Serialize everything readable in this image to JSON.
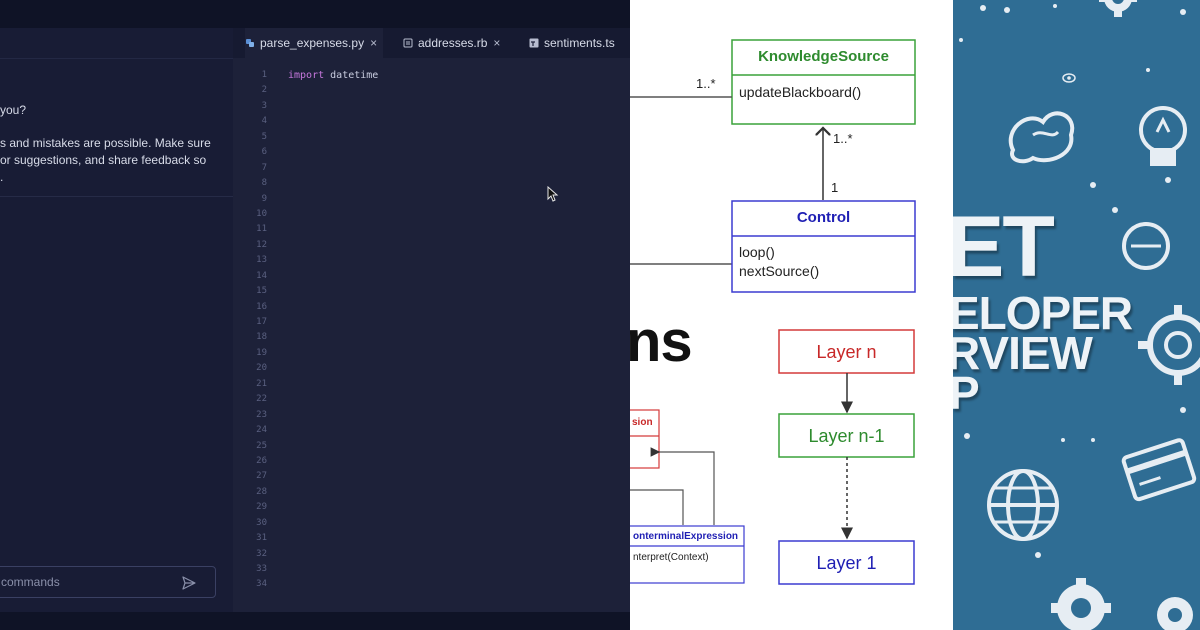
{
  "editor": {
    "chat": {
      "question_fragment": "you?",
      "message": "s and mistakes are possible. Make sure\nor suggestions, and share feedback so\n.",
      "command_placeholder": "commands"
    },
    "tabs": [
      {
        "label": "parse_expenses.py",
        "icon": "python-file-icon",
        "active": true,
        "close": "×"
      },
      {
        "label": "addresses.rb",
        "icon": "ruby-file-icon",
        "active": false,
        "close": "×"
      },
      {
        "label": "sentiments.ts",
        "icon": "typescript-file-icon",
        "active": false
      }
    ],
    "code": {
      "keyword": "import",
      "module": "datetime"
    },
    "line_numbers": [
      "1",
      "2",
      "3",
      "4",
      "5",
      "6",
      "7",
      "8",
      "9",
      "10",
      "11",
      "12",
      "13",
      "14",
      "15",
      "16",
      "17",
      "18",
      "19",
      "20",
      "21",
      "22",
      "23",
      "24",
      "25",
      "26",
      "27",
      "28",
      "29",
      "30",
      "31",
      "32",
      "33",
      "34"
    ],
    "colors": {
      "keyword": "#c678dd",
      "background": "#1d2139"
    }
  },
  "uml": {
    "knowledge_source": {
      "name": "KnowledgeSource",
      "method": "updateBlackboard()"
    },
    "control": {
      "name": "Control",
      "methods": [
        "loop()",
        "nextSource()"
      ]
    },
    "multiplicity_left": "1..*",
    "multiplicity_top": "1..*",
    "multiplicity_bottom": "1",
    "heading_fragment": "ns",
    "layers": [
      "Layer n",
      "Layer n-1",
      "Layer 1"
    ],
    "interpreter": {
      "fragment_label": "sion",
      "nonterminal_name": "onterminalExpression",
      "nonterminal_method": "nterpret(Context)"
    },
    "colors": {
      "green": "#2e8b2e",
      "blue": "#1f1fb4",
      "red": "#c82828"
    }
  },
  "dotnet": {
    "title_lines": [
      "ET",
      "ELOPER",
      "RVIEW",
      "P"
    ],
    "icons": [
      "gear-icon",
      "lightbulb-icon",
      "globe-icon",
      "cloud-icon",
      "eye-icon",
      "browser-icon",
      "credit-card-icon"
    ]
  }
}
